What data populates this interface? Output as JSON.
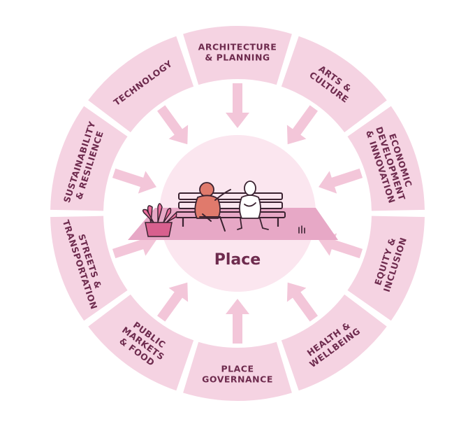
{
  "center": {
    "label": "Place"
  },
  "segments": [
    {
      "id": "technology",
      "lines": [
        "TECHNOLOGY"
      ]
    },
    {
      "id": "architecture-planning",
      "lines": [
        "ARCHITECTURE",
        "& PLANNING"
      ]
    },
    {
      "id": "arts-culture",
      "lines": [
        "ARTS &",
        "CULTURE"
      ]
    },
    {
      "id": "economic-development",
      "lines": [
        "ECONOMIC",
        "DEVELOPMENT",
        "& INNOVATION"
      ]
    },
    {
      "id": "equity-inclusion",
      "lines": [
        "EQUITY &",
        "INCLUSION"
      ]
    },
    {
      "id": "health-wellbeing",
      "lines": [
        "HEALTH &",
        "WELLBEING"
      ]
    },
    {
      "id": "place-governance",
      "lines": [
        "PLACE",
        "GOVERNANCE"
      ]
    },
    {
      "id": "public-markets-food",
      "lines": [
        "PUBLIC",
        "MARKETS",
        "& FOOD"
      ]
    },
    {
      "id": "streets-transportation",
      "lines": [
        "STREETS &",
        "TRANSPORTATION"
      ]
    },
    {
      "id": "sustainability-resilience",
      "lines": [
        "SUSTAINABILITY",
        "& RESILIENCE"
      ]
    }
  ],
  "colors": {
    "ring": "#f5d3e2",
    "ring_divider": "#ffffff",
    "inner_circle": "#fbe6ef",
    "arrow": "#f3c6d9",
    "ground": "#e7a8c6",
    "text": "#6e2b4e",
    "figure_left": "#e07a6c",
    "outline": "#3a2230"
  },
  "icons": [
    "bench",
    "person-left",
    "person-right",
    "potted-plant",
    "grass-tuft"
  ]
}
